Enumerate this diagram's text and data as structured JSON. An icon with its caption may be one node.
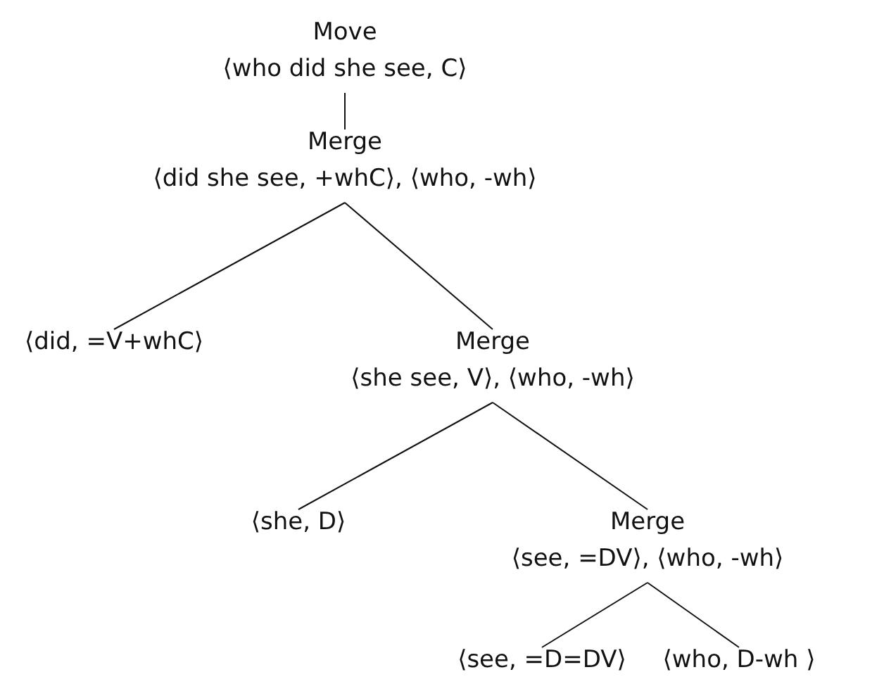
{
  "diagram": {
    "nodes": [
      {
        "text": [
          "Move",
          "⟨who did she see, C⟩"
        ]
      },
      {
        "text": [
          "Merge",
          "⟨did she see, +whC⟩, ⟨who, -wh⟩"
        ]
      },
      {
        "text": [
          "⟨did, =V+whC⟩"
        ]
      },
      {
        "text": [
          "Merge",
          "⟨she see, V⟩, ⟨who, -wh⟩"
        ]
      },
      {
        "text": [
          "⟨she, D⟩"
        ]
      },
      {
        "text": [
          "Merge",
          "⟨see, =DV⟩, ⟨who, -wh⟩"
        ]
      },
      {
        "text": [
          "⟨see, =D=DV⟩"
        ]
      },
      {
        "text": [
          "⟨who, D-wh ⟩"
        ]
      }
    ],
    "edges": [
      {
        "from": 0,
        "to": 1,
        "arrow": "none"
      },
      {
        "from": 1,
        "to": 2,
        "arrow": "none"
      },
      {
        "from": 1,
        "to": 3,
        "arrow": "none"
      },
      {
        "from": 3,
        "to": 4,
        "arrow": "none"
      },
      {
        "from": 3,
        "to": 5,
        "arrow": "none"
      },
      {
        "from": 5,
        "to": 6,
        "arrow": "none"
      },
      {
        "from": 5,
        "to": 7,
        "arrow": "none"
      }
    ]
  }
}
